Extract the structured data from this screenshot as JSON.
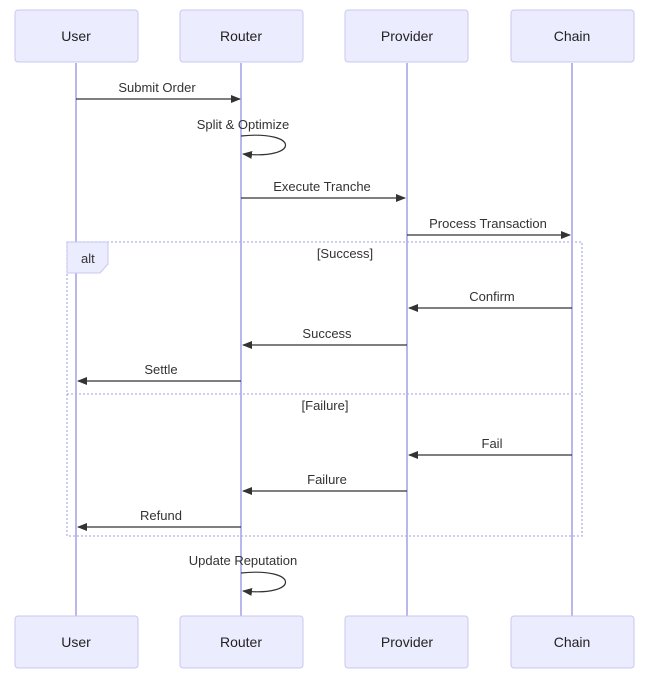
{
  "actors": [
    {
      "id": "user",
      "label": "User"
    },
    {
      "id": "router",
      "label": "Router"
    },
    {
      "id": "provider",
      "label": "Provider"
    },
    {
      "id": "chain",
      "label": "Chain"
    }
  ],
  "messages": [
    {
      "from": "user",
      "to": "router",
      "label": "Submit Order"
    },
    {
      "from": "router",
      "to": "router",
      "label": "Split & Optimize"
    },
    {
      "from": "router",
      "to": "provider",
      "label": "Execute Tranche"
    },
    {
      "from": "provider",
      "to": "chain",
      "label": "Process Transaction"
    },
    {
      "from": "chain",
      "to": "provider",
      "label": "Confirm"
    },
    {
      "from": "provider",
      "to": "router",
      "label": "Success"
    },
    {
      "from": "router",
      "to": "user",
      "label": "Settle"
    },
    {
      "from": "chain",
      "to": "provider",
      "label": "Fail"
    },
    {
      "from": "provider",
      "to": "router",
      "label": "Failure"
    },
    {
      "from": "router",
      "to": "user",
      "label": "Refund"
    },
    {
      "from": "router",
      "to": "router",
      "label": "Update Reputation"
    }
  ],
  "alt": {
    "label": "alt",
    "conditions": [
      "[Success]",
      "[Failure]"
    ]
  }
}
